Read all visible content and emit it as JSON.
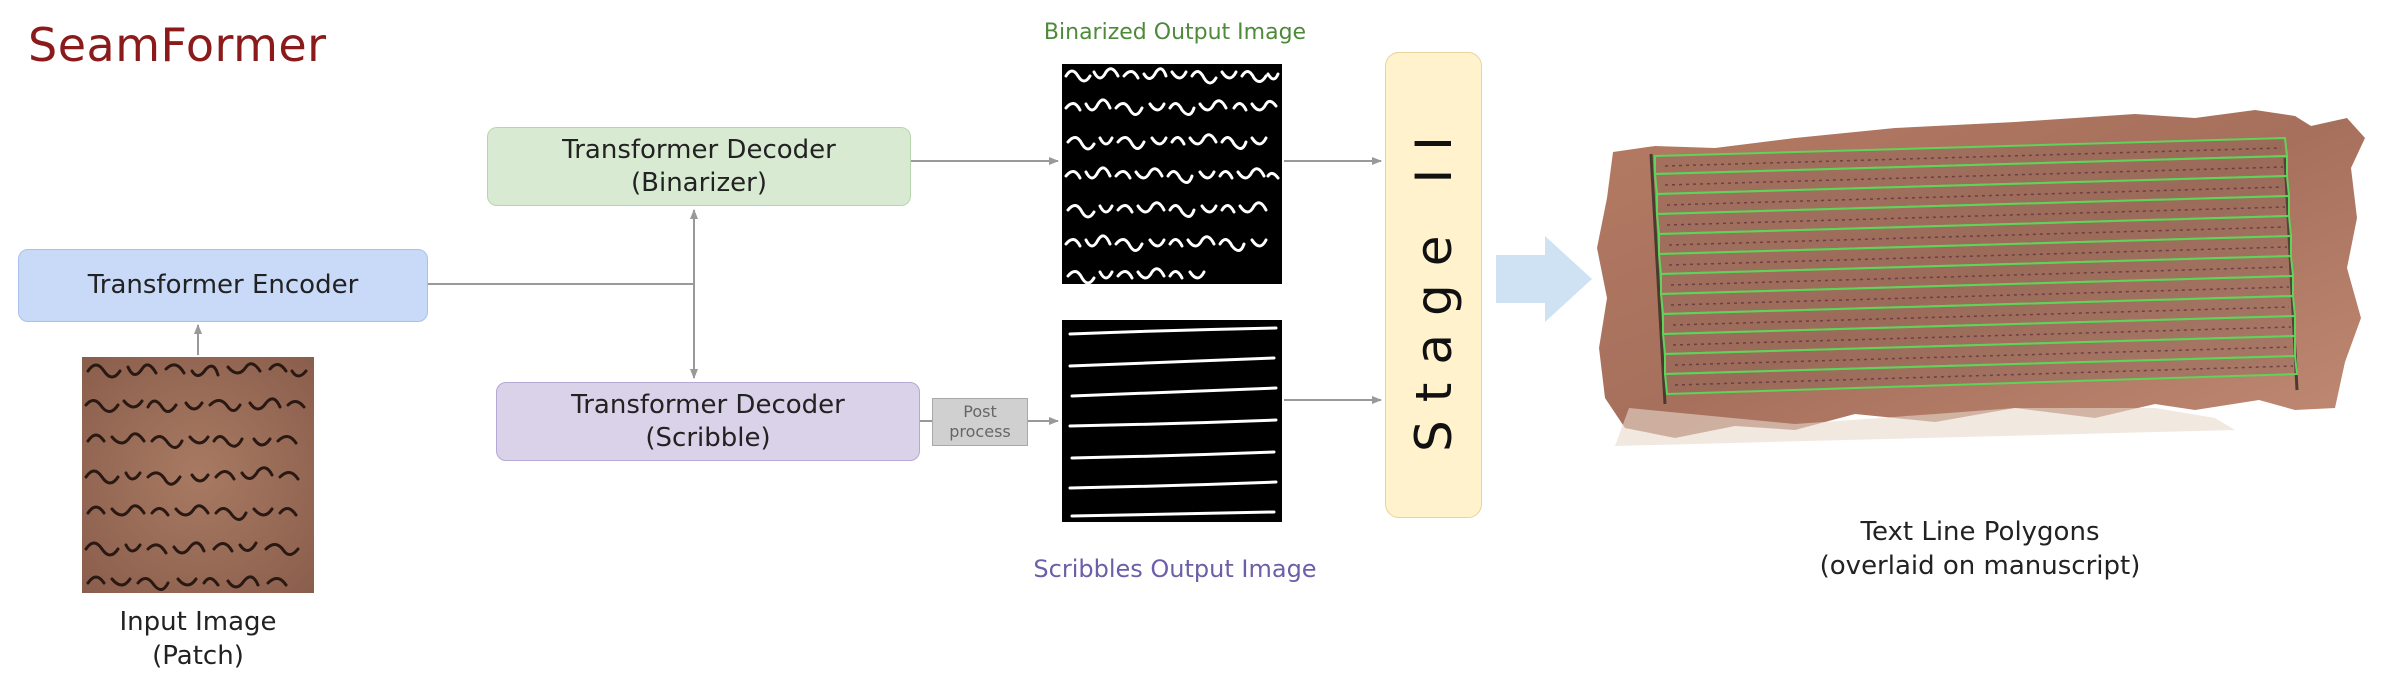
{
  "title": "SeamFormer",
  "boxes": {
    "encoder": {
      "label": "Transformer Encoder"
    },
    "decoder_binarizer": {
      "line1": "Transformer Decoder",
      "line2": "(Binarizer)"
    },
    "decoder_scribble": {
      "line1": "Transformer Decoder",
      "line2": "(Scribble)"
    },
    "post_process": {
      "line1": "Post",
      "line2": "process"
    },
    "stage2": {
      "label": "Stage II"
    }
  },
  "captions": {
    "input_line1": "Input Image",
    "input_line2": "(Patch)",
    "binarized_output": "Binarized Output Image",
    "scribbles_output": "Scribbles Output Image",
    "polygons_line1": "Text Line Polygons",
    "polygons_line2": "(overlaid on manuscript)"
  },
  "colors": {
    "title": "#8b1a1a",
    "encoder_fill": "#c9daf8",
    "binarizer_fill": "#d9ead3",
    "scribble_fill": "#d9d2e9",
    "stage2_fill": "#fff2cc",
    "big_arrow": "#cfe2f3",
    "binarized_caption": "#4e8a3a",
    "scribbles_caption": "#6d5ea8",
    "polygon_overlay": "#5fd35a"
  }
}
